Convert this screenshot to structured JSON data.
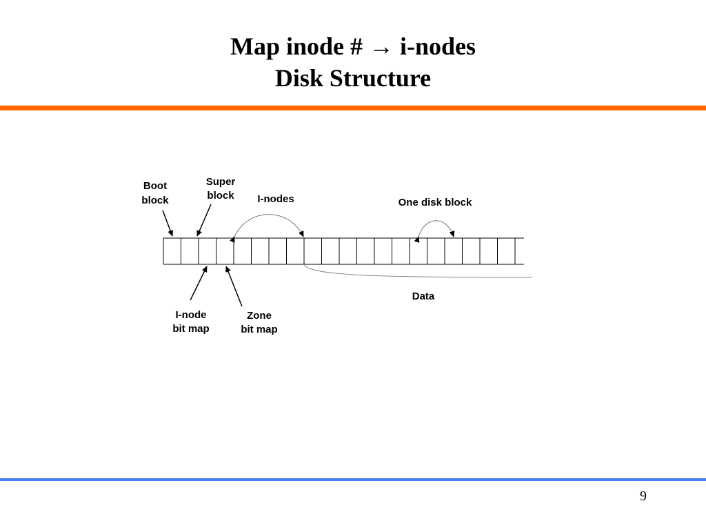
{
  "slide": {
    "title_line1": "Map inode # → i-nodes",
    "title_line2": "Disk Structure",
    "page_number": "9"
  },
  "diagram": {
    "labels": {
      "boot_block": [
        "Boot",
        "block"
      ],
      "super_block": [
        "Super",
        "block"
      ],
      "i_nodes": "I-nodes",
      "one_disk_block": "One disk block",
      "data": "Data",
      "inode_bitmap": [
        "I-node",
        "bit map"
      ],
      "zone_bitmap": [
        "Zone",
        "bit map"
      ]
    }
  },
  "colors": {
    "top_rule": "#ff6600",
    "bottom_rule": "#4a7ff0"
  }
}
